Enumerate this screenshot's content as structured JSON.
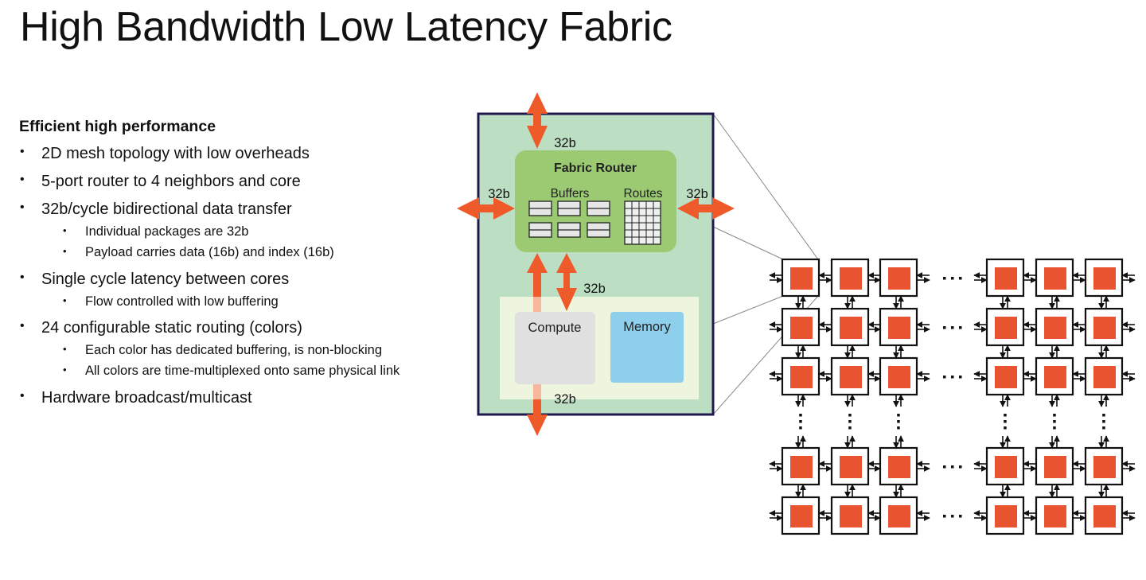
{
  "slide": {
    "title": "High Bandwidth Low Latency Fabric"
  },
  "content": {
    "heading": "Efficient high performance",
    "bullets": [
      {
        "text": "2D mesh topology with low overheads",
        "sub": []
      },
      {
        "text": "5-port router to 4 neighbors and core",
        "sub": []
      },
      {
        "text": "32b/cycle bidirectional data transfer",
        "sub": [
          "Individual packages are 32b",
          "Payload carries data (16b) and index (16b)"
        ]
      },
      {
        "text": "Single cycle latency between cores",
        "sub": [
          "Flow controlled with low buffering"
        ]
      },
      {
        "text": "24 configurable static routing (colors)",
        "sub": [
          "Each color has dedicated buffering, is non-blocking",
          "All colors are time-multiplexed onto same physical link"
        ]
      },
      {
        "text": "Hardware broadcast/multicast",
        "sub": []
      }
    ]
  },
  "diagram": {
    "tile": {
      "router_title": "Fabric Router",
      "buffers_label": "Buffers",
      "routes_label": "Routes",
      "compute_label": "Compute",
      "memory_label": "Memory",
      "link_top": "32b",
      "link_left": "32b",
      "link_right": "32b",
      "link_core": "32b",
      "link_bottom": "32b"
    },
    "mesh": {
      "visible_rows": 5,
      "visible_cols": 6,
      "ellipsis": "···"
    },
    "colors": {
      "arrow": "#ef5a2a",
      "tile_bg": "#bcdfc4",
      "tile_border": "#1f1a4d",
      "router_bg": "#9bca73",
      "core_bg": "#eef5de",
      "compute_bg": "#e0e0e0",
      "memory_bg": "#8ecfeb",
      "pe_core": "#e9532f"
    }
  }
}
